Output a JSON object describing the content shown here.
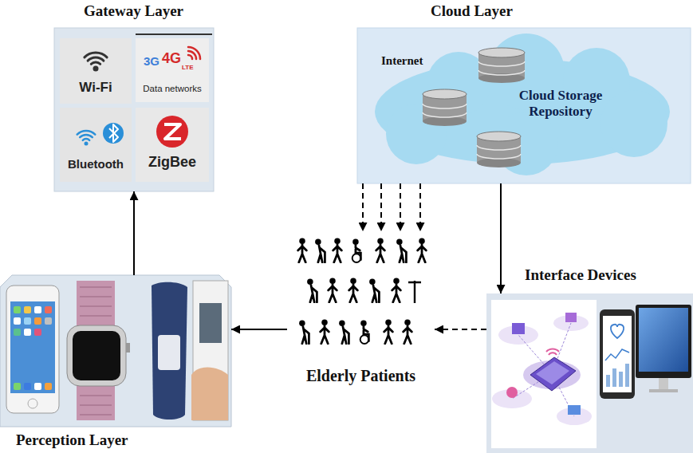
{
  "diagram": {
    "nodes": [
      {
        "text": [
          "Gateway Layer"
        ]
      },
      {
        "text": [
          "Wi-Fi"
        ],
        "in": 0
      },
      {
        "text": [
          "Data networks"
        ],
        "in": 0
      },
      {
        "text": [
          "Bluetooth"
        ],
        "in": 0
      },
      {
        "text": [
          "ZigBee"
        ],
        "in": 0
      },
      {
        "text": [
          "Cloud Layer"
        ]
      },
      {
        "text": [
          "Internet",
          "Cloud Storage Repository"
        ],
        "in": 5
      },
      {
        "text": [
          "Perception Layer"
        ]
      },
      {
        "text": [
          "Elderly Patients"
        ]
      },
      {
        "text": [
          "Interface Devices"
        ]
      }
    ],
    "edges": [
      {
        "from": 7,
        "to": 0,
        "arrow": "to"
      },
      {
        "from": 5,
        "to": 9,
        "arrow": "to"
      },
      {
        "from": 5,
        "to": 8,
        "arrow": "to"
      },
      {
        "from": 9,
        "to": 8,
        "arrow": "to"
      },
      {
        "from": 8,
        "to": 7,
        "arrow": "to"
      }
    ],
    "labels": [
      "3G",
      "4G",
      "LTE"
    ]
  }
}
